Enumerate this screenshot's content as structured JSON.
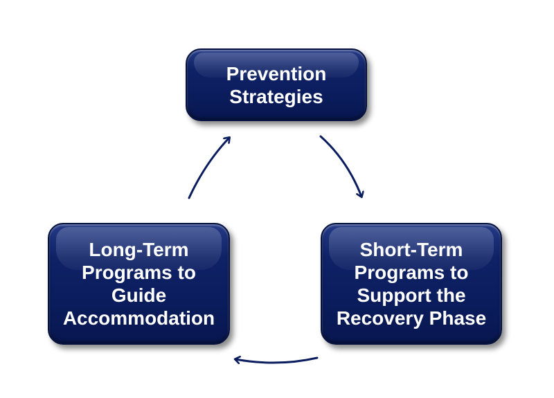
{
  "diagram": {
    "type": "cycle",
    "accent_color": "#0b1d5e",
    "arrow_color": "#0b1d5e",
    "nodes": {
      "top": "Prevention\nStrategies",
      "right": "Short-Term\nPrograms to\nSupport the\nRecovery Phase",
      "left": "Long-Term\nPrograms to\nGuide\nAccommodation"
    },
    "edges": [
      {
        "from": "Prevention\nStrategies",
        "to": "Short-Term\nPrograms to\nSupport the\nRecovery Phase"
      },
      {
        "from": "Short-Term\nPrograms to\nSupport the\nRecovery Phase",
        "to": "Long-Term\nPrograms to\nGuide\nAccommodation"
      },
      {
        "from": "Long-Term\nPrograms to\nGuide\nAccommodation",
        "to": "Prevention\nStrategies"
      }
    ]
  }
}
